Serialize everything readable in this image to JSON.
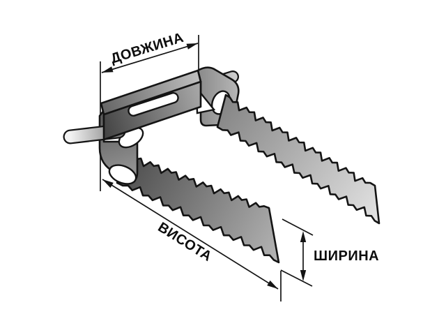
{
  "diagram": {
    "type": "technical-dimension-illustration",
    "subject": "serrated-anchor-hanger-bracket",
    "labels": {
      "length": "ДОВЖИНА",
      "height": "ВИСОТА",
      "width": "ШИРИНА"
    },
    "colors": {
      "background": "#ffffff",
      "outline": "#141414",
      "metal_dark": "#4a4a4a",
      "metal_mid": "#8c8c8c",
      "metal_light": "#e2e2e2"
    }
  }
}
